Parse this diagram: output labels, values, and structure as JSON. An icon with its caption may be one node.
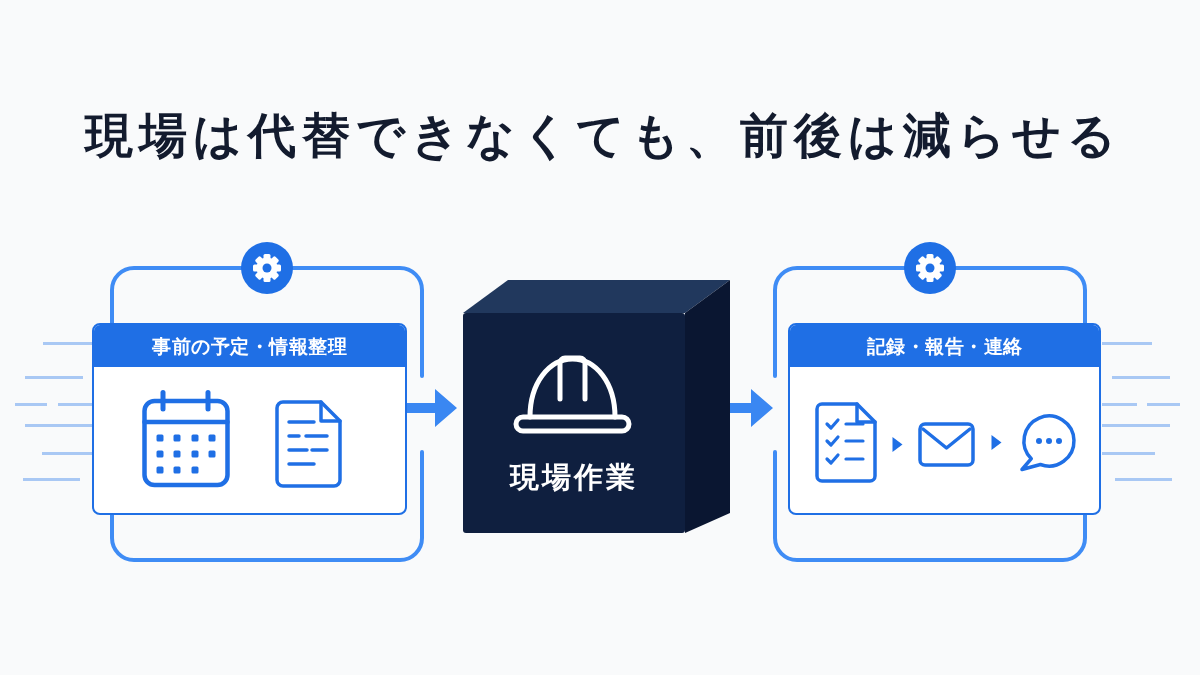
{
  "diagram": {
    "title": "現場は代替できなくても、前後は減らせる",
    "nodes": [
      {
        "text": [
          "事前の予定・情報整理"
        ]
      },
      {
        "text": [
          "現場作業"
        ]
      },
      {
        "text": [
          "記録・報告・連絡"
        ]
      },
      {
        "text": [],
        "shape": "picture",
        "in": 2
      },
      {
        "text": [],
        "shape": "picture",
        "in": 2
      },
      {
        "text": [],
        "shape": "picture",
        "in": 2
      }
    ],
    "edges": [
      {
        "from": 0,
        "to": 1,
        "arrow": "to"
      },
      {
        "from": 1,
        "to": 2,
        "arrow": "to"
      },
      {
        "from": 3,
        "to": 4,
        "arrow": "to"
      },
      {
        "from": 4,
        "to": 5,
        "arrow": "to"
      }
    ]
  }
}
